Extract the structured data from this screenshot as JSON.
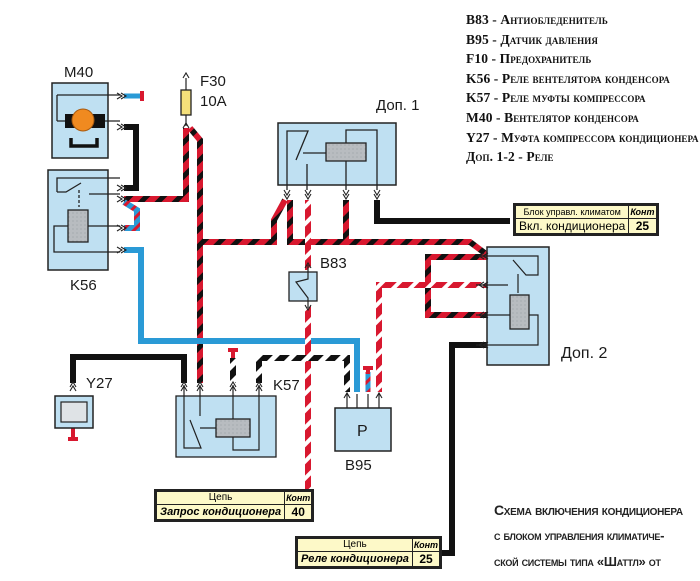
{
  "components": {
    "m40": "M40",
    "k56": "K56",
    "f30": "F30",
    "f30_rating": "10A",
    "dop1": "Доп. 1",
    "dop2": "Доп. 2",
    "b83": "B83",
    "b95": "B95",
    "b95_symbol": "P",
    "k57": "K57",
    "y27": "Y27"
  },
  "legend": [
    "B83 - Антиобледенитель",
    "B95 - Датчик давления",
    "F10 - Предохранитель",
    "K56 - Реле вентелятора конденсора",
    "K57 - Реле  муфты компрессора",
    "M40 - Вентелятор конденсора",
    "Y27 - Муфта компрессора кондиционера",
    "Доп. 1-2 - Реле"
  ],
  "connectors": {
    "climate": {
      "header": "Блок управл. климатом",
      "kont": "Конт",
      "circuit": "Вкл. кондиционера",
      "pin": "25"
    },
    "request": {
      "header": "Цепь",
      "kont": "Конт",
      "circuit": "Запрос кондиционера",
      "pin": "40"
    },
    "relay": {
      "header": "Цепь",
      "kont": "Конт",
      "circuit": "Реле кондиционера",
      "pin": "25"
    }
  },
  "caption": [
    "Схема включения кондиционера",
    "с блоком управления климатиче-",
    "ской системы типа «Шаттл» от"
  ],
  "colors": {
    "box_fill": "#bfe0f2",
    "red": "#d8182f",
    "black": "#111111",
    "blue": "#2a9ad6",
    "white": "#ffffff",
    "coil": "#b8bcc0",
    "fuse": "#f5e07a",
    "motor": "#f08a20",
    "tag_fill": "#fdf9c8"
  }
}
